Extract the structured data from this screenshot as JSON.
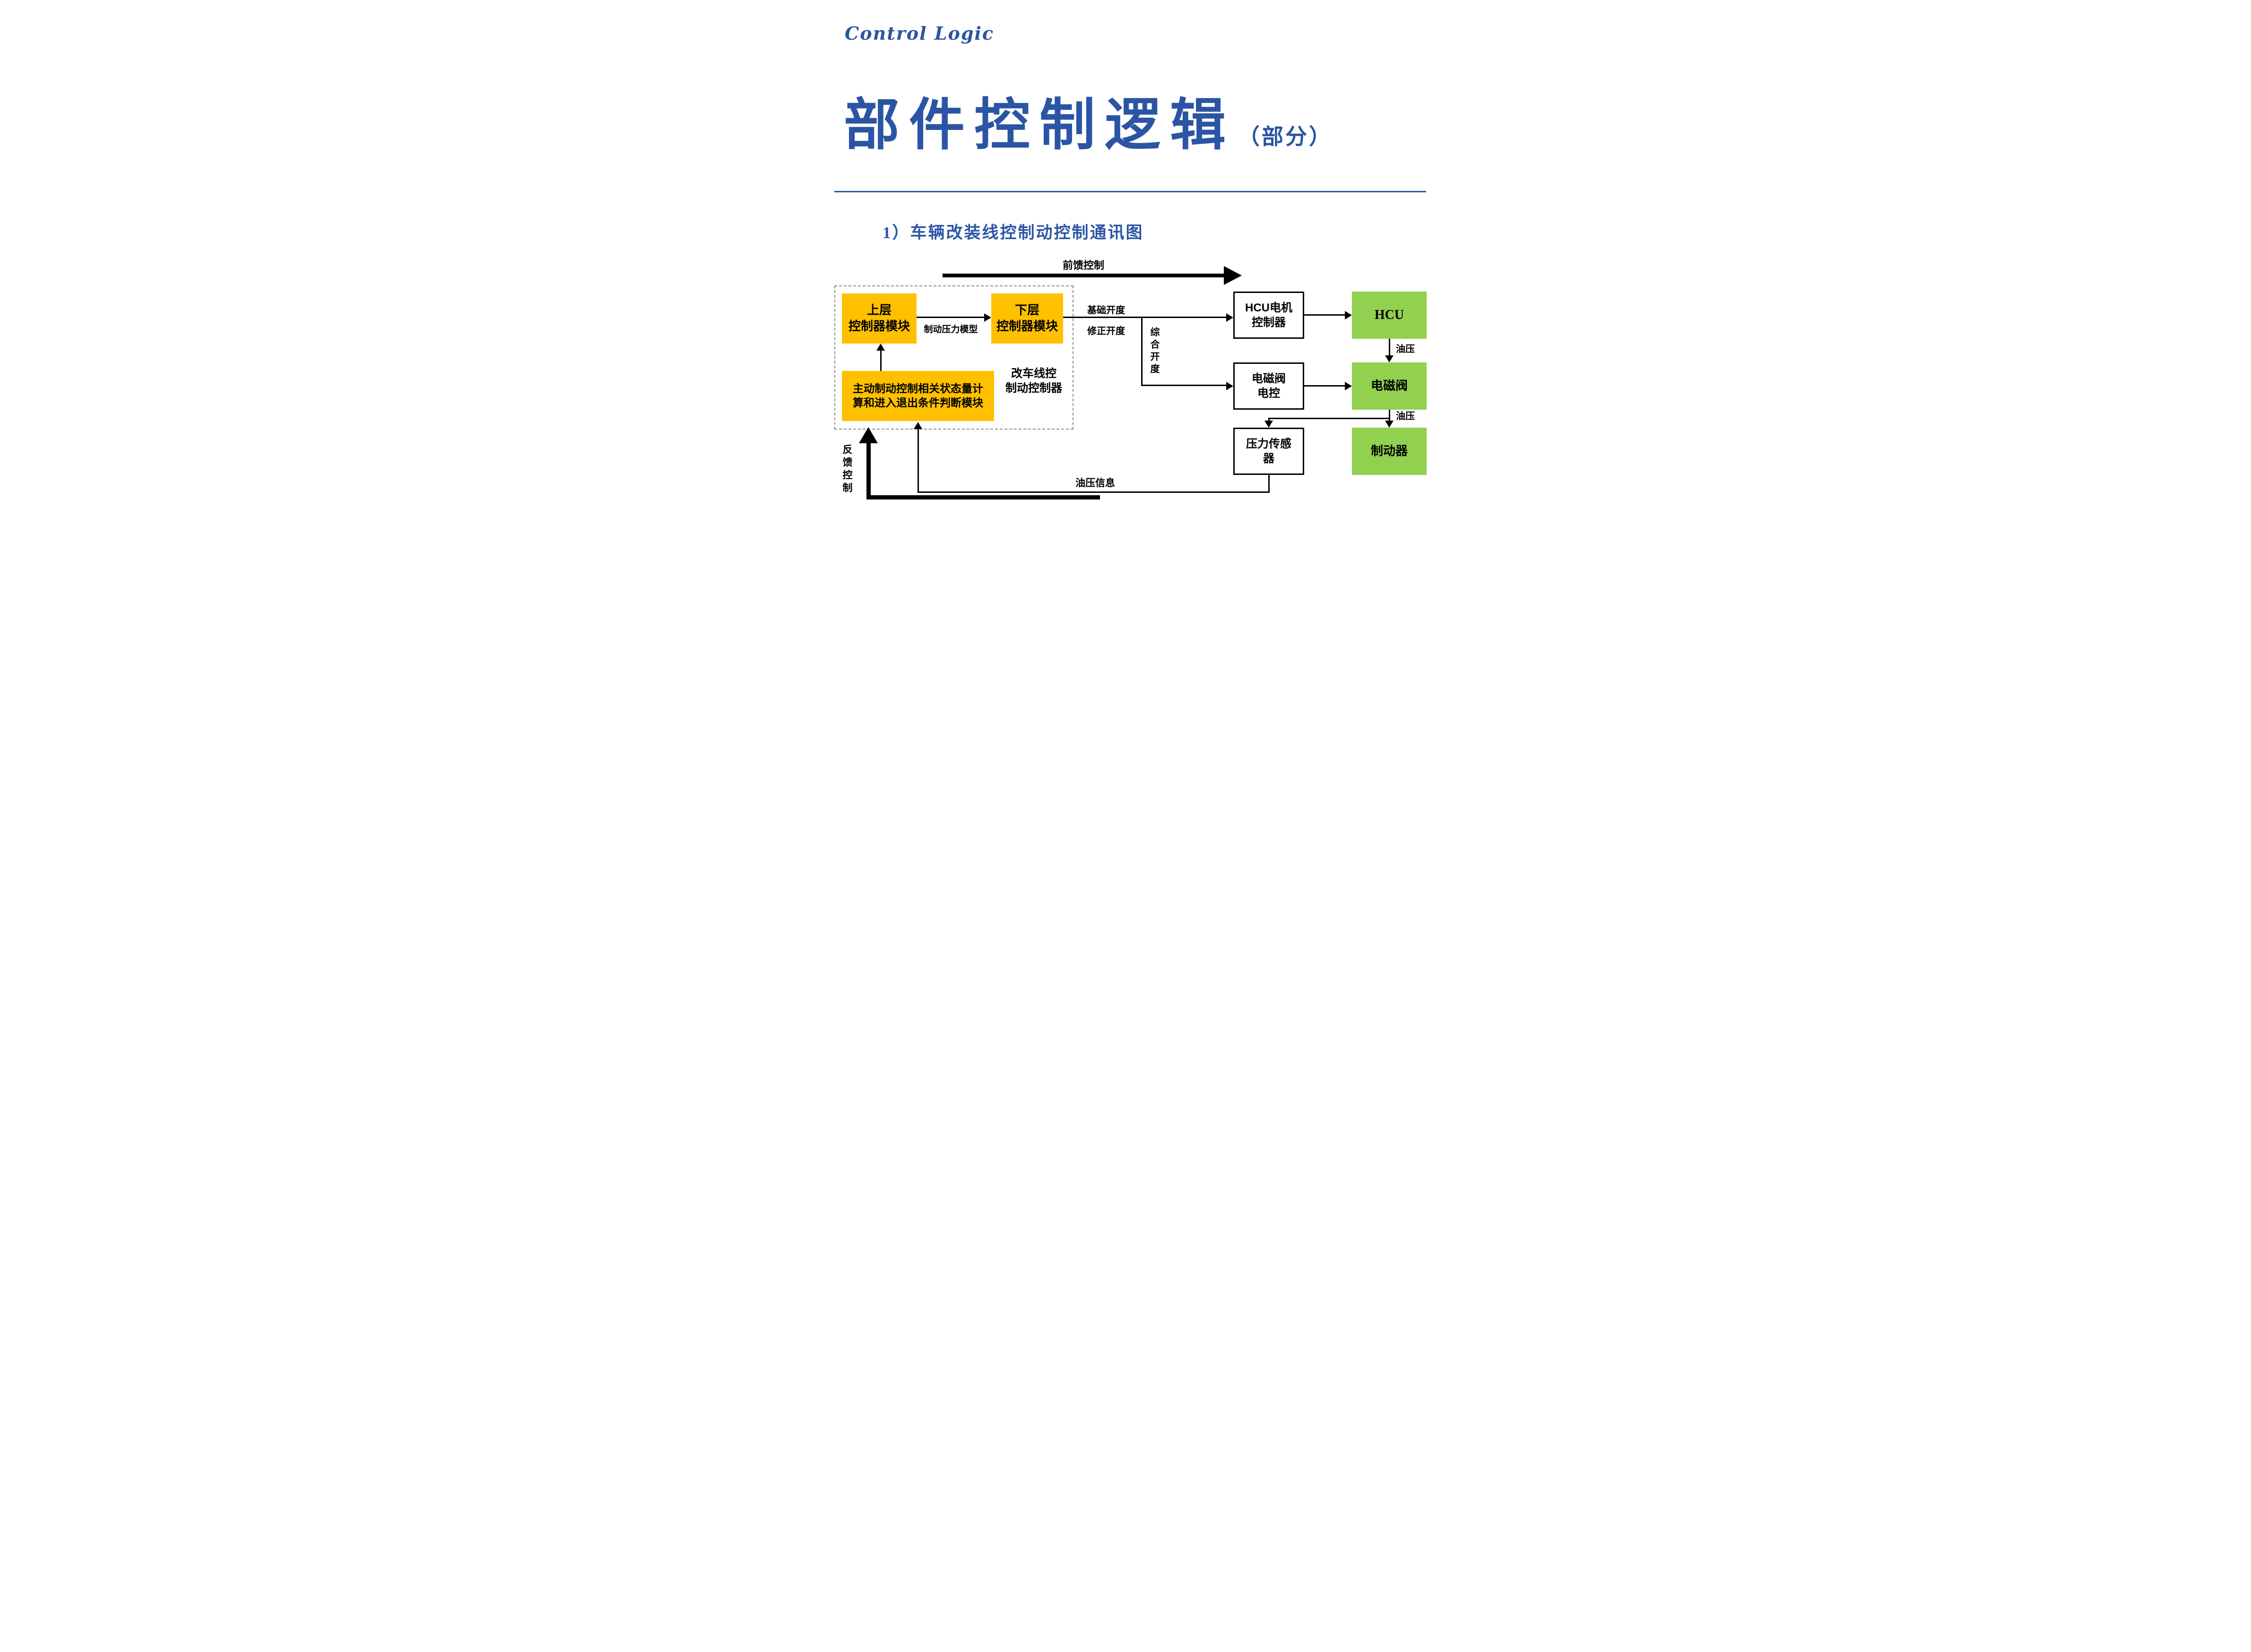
{
  "header": {
    "script_title": "Control Logic",
    "main_title": "部件控制逻辑",
    "title_suffix": "（部分）"
  },
  "section_heading": "1）车辆改装线控制动控制通讯图",
  "colors": {
    "blue": "#2B55A4",
    "orange": "#FFC000",
    "green": "#92D050",
    "line": "#000000"
  },
  "diagram": {
    "nodes": {
      "upper": {
        "line1": "上层",
        "line2": "控制器模块"
      },
      "lower": {
        "line1": "下层",
        "line2": "控制器模块"
      },
      "state_calc": {
        "line1": "主动制动控制相关状态量计",
        "line2": "算和进入退出条件判断模块"
      },
      "retrofit_controller": {
        "line1": "改车线控",
        "line2": "制动控制器"
      },
      "hcu_motor_controller": {
        "line1": "HCU电机",
        "line2": "控制器"
      },
      "hcu": {
        "line1": "HCU"
      },
      "solenoid_valve_ecu": {
        "line1": "电磁阀",
        "line2": "电控"
      },
      "solenoid_valve": {
        "line1": "电磁阀"
      },
      "pressure_sensor": {
        "line1": "压力传感",
        "line2": "器"
      },
      "brake": {
        "line1": "制动器"
      }
    },
    "edges": {
      "feedforward": "前馈控制",
      "brake_pressure_model": "制动压力模型",
      "base_opening": "基础开度",
      "corrected_opening": "修正开度",
      "combined_opening": "综合开度",
      "oil_pressure_hcu": "油压",
      "oil_pressure_valve": "油压",
      "oil_pressure_info": "油压信息",
      "feedback": "反馈控制"
    }
  }
}
